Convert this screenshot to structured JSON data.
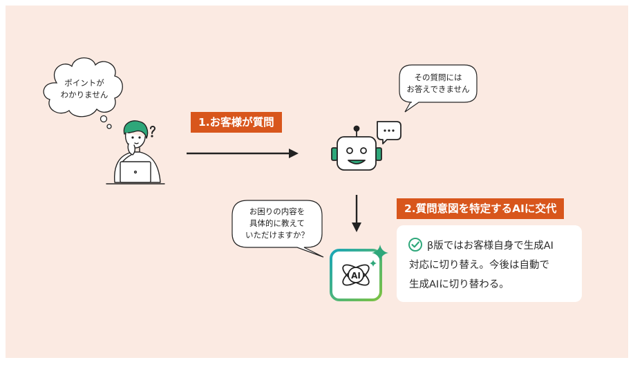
{
  "customer_thought": {
    "line1": "ポイントが",
    "line2": "わかりません"
  },
  "step1": {
    "label": "1.お客様が質問"
  },
  "bot_reply": {
    "line1": "その質問には",
    "line2": "お答えできません"
  },
  "step2": {
    "label": "2.質問意図を特定するAIに交代"
  },
  "ai_reply": {
    "line1": "お困りの内容を",
    "line2": "具体的に教えて",
    "line3": "いただけますか？"
  },
  "ai_logo_text": "AI",
  "info_card": {
    "line1": "β版ではお客様自身で生成AI",
    "line2": "対応に切り替え。今後は自動で",
    "line3": "生成AIに切り替わる。"
  },
  "colors": {
    "background": "#fbeae2",
    "accent": "#d8561c",
    "green": "#2ea77a",
    "ink": "#222222"
  }
}
